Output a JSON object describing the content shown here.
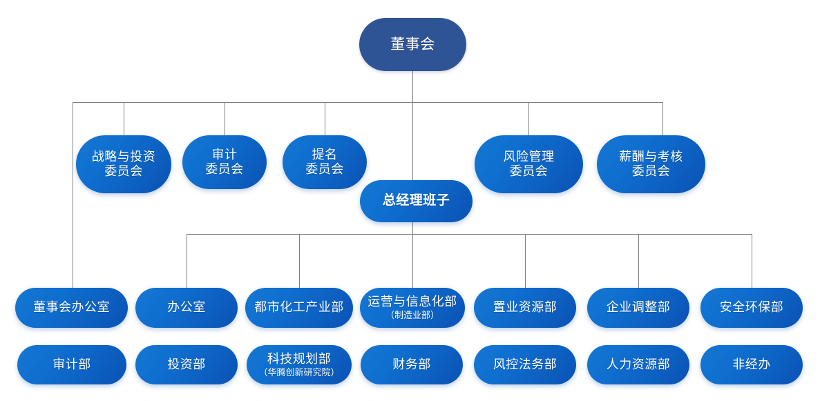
{
  "chart": {
    "type": "org-chart",
    "title": "",
    "theme": {
      "root_color": "#2f5496",
      "node_gradient_from": "#1577d2",
      "node_gradient_to": "#0a52b4",
      "line_color": "#7f7f7f",
      "text_color": "#ffffff",
      "background": "#ffffff"
    },
    "root": {
      "label": "董事会"
    },
    "gm": {
      "label": "总经理班子"
    },
    "committees": [
      {
        "line1": "战略与投资",
        "line2": "委员会"
      },
      {
        "line1": "审计",
        "line2": "委员会"
      },
      {
        "line1": "提名",
        "line2": "委员会"
      },
      {
        "line1": "风险管理",
        "line2": "委员会"
      },
      {
        "line1": "薪酬与考核",
        "line2": "委员会"
      }
    ],
    "departments_row1": [
      {
        "label": "董事会办公室",
        "sub": ""
      },
      {
        "label": "办公室",
        "sub": ""
      },
      {
        "label": "都市化工产业部",
        "sub": ""
      },
      {
        "label": "运营与信息化部",
        "sub": "（制造业部）"
      },
      {
        "label": "置业资源部",
        "sub": ""
      },
      {
        "label": "企业调整部",
        "sub": ""
      },
      {
        "label": "安全环保部",
        "sub": ""
      }
    ],
    "departments_row2": [
      {
        "label": "审计部",
        "sub": ""
      },
      {
        "label": "投资部",
        "sub": ""
      },
      {
        "label": "科技规划部",
        "sub": "（华腾创新研究院）"
      },
      {
        "label": "财务部",
        "sub": ""
      },
      {
        "label": "风控法务部",
        "sub": ""
      },
      {
        "label": "人力资源部",
        "sub": ""
      },
      {
        "label": "非经办",
        "sub": ""
      }
    ]
  }
}
